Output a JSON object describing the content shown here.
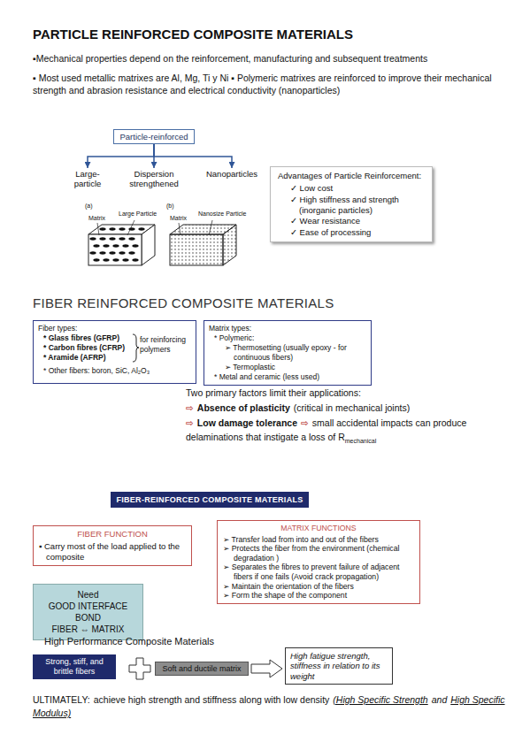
{
  "diagram": {
    "title": "PARTICLE REINFORCED COMPOSITE MATERIALS",
    "nodes": [
      {
        "text": [
          "Particle-reinforced"
        ]
      },
      {
        "text": [
          "Large-particle"
        ]
      },
      {
        "text": [
          "Dispersion strengthened"
        ]
      },
      {
        "text": [
          "Nanoparticles"
        ]
      },
      {
        "text": [
          "Advantages of Particle Reinforcement:",
          "✓ Low cost",
          "✓ High stiffness and strength (inorganic particles)",
          "✓ Wear resistance",
          "✓ Ease of processing"
        ]
      },
      {
        "text": [
          "Fiber types:",
          "* Glass fibres (GFRP)",
          "* Carbon fibres (CFRP)",
          "* Aramide (AFRP)",
          "for reinforcing polymers",
          "* Other fibers: boron, SiC, Al₂O₃"
        ]
      },
      {
        "text": [
          "Matrix types:",
          "* Polymeric:",
          "➢ Thermosetting (usually epoxy - for continuous fibers)",
          "➢ Termoplastic",
          "* Metal and ceramic (less used)"
        ]
      },
      {
        "text": [
          "FIBER-REINFORCED COMPOSITE MATERIALS"
        ]
      },
      {
        "text": [
          "FIBER FUNCTION",
          "▪ Carry most of the load applied to the composite"
        ]
      },
      {
        "text": [
          "Need",
          "GOOD INTERFACE BOND",
          "FIBER ⇔ MATRIX"
        ]
      },
      {
        "text": [
          "MATRIX FUNCTIONS",
          "➢ Transfer load from into and out of the fibers",
          "➢ Protects the fiber from the environment (chemical degradation )",
          "➢ Separates the fibres to prevent failure of adjacent fibers if one fails (Avoid crack propagation)",
          "➢ Maintain the orientation of the fibers",
          "➢ Form the  shape of the component"
        ]
      },
      {
        "text": [
          "Strong, stiff, and brittle fibers"
        ]
      },
      {
        "text": [
          "Soft and ductile matrix"
        ]
      },
      {
        "text": [
          "High fatigue strength, stiffness in relation to its weight"
        ]
      }
    ],
    "edges": [
      {
        "from": 0,
        "to": 1,
        "arrow": "to"
      },
      {
        "from": 0,
        "to": 2,
        "arrow": "to"
      },
      {
        "from": 0,
        "to": 3,
        "arrow": "to"
      },
      {
        "from": 12,
        "to": 13,
        "arrow": "to"
      }
    ],
    "labels": [
      "▪Mechanical properties depend on the reinforcement, manufacturing and subsequent treatments",
      "▪ Most used metallic matrixes are Al, Mg, Ti y Ni ▪ Polymeric matrixes are reinforced to improve their mechanical strength and abrasion resistance and electrical conductivity (nanoparticles)",
      "(a)",
      "Matrix",
      "Large Particle",
      "(b)",
      "Matrix",
      "Nanosize Particle",
      "FIBER REINFORCED COMPOSITE MATERIALS",
      "Two primary factors limit their applications:",
      "⇨",
      "Absence of plasticity",
      "(critical in mechanical joints)",
      "⇨",
      "Low damage tolerance",
      "⇨",
      "small accidental impacts can produce delaminations that instigate a loss of R",
      "mechanical",
      "High Performance Composite Materials",
      "ULTIMATELY:",
      "achieve high strength and stiffness along with low density",
      "(High Specific Strength",
      "and",
      "High Specific Modulus)"
    ]
  }
}
